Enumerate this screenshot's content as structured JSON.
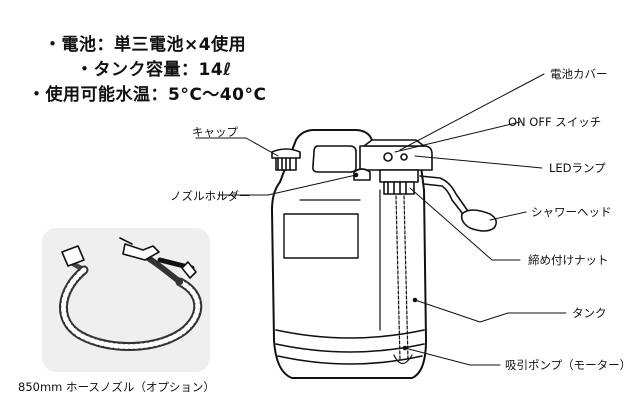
{
  "specs": [
    "・電池：単三電池×4使用",
    "・タンク容量：14ℓ",
    "・使用可能水温：5°C〜40°C"
  ],
  "labels": {
    "battery_cover": "電池カバー",
    "on_off_switch": "ON OFF スイッチ",
    "led_lamp": "LEDランプ",
    "shower_head": "シャワーヘッド",
    "tightening_nut": "締め付けナット",
    "tank": "タンク",
    "suction_pump": "吸引ポンプ（モーター）",
    "cap": "キャップ",
    "nozzle_holder": "ノズルホルダー"
  },
  "hose_caption": "850mm ホースノズル（オプション）"
}
